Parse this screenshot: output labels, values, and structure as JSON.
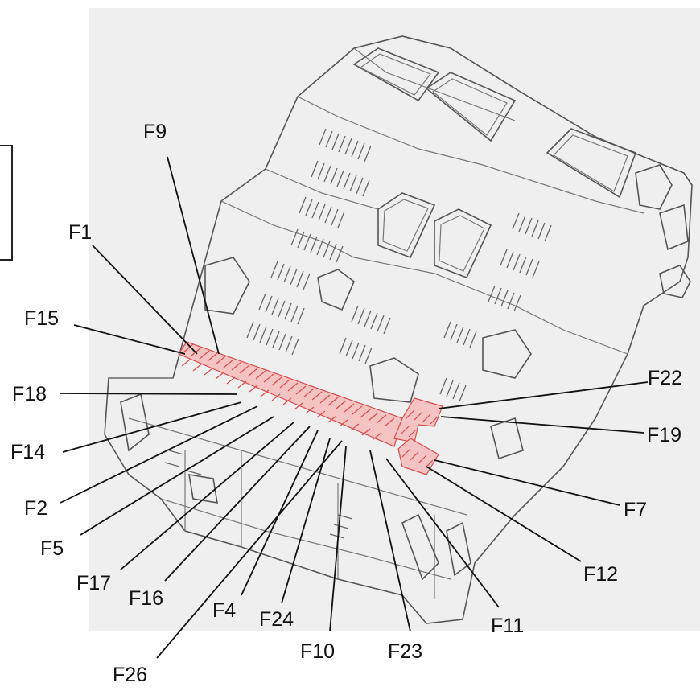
{
  "diagram": {
    "labels": [
      {
        "id": "F9",
        "text": "F9"
      },
      {
        "id": "F1",
        "text": "F1"
      },
      {
        "id": "F15",
        "text": "F15"
      },
      {
        "id": "F18",
        "text": "F18"
      },
      {
        "id": "F14",
        "text": "F14"
      },
      {
        "id": "F2",
        "text": "F2"
      },
      {
        "id": "F5",
        "text": "F5"
      },
      {
        "id": "F17",
        "text": "F17"
      },
      {
        "id": "F16",
        "text": "F16"
      },
      {
        "id": "F4",
        "text": "F4"
      },
      {
        "id": "F24",
        "text": "F24"
      },
      {
        "id": "F26",
        "text": "F26"
      },
      {
        "id": "F10",
        "text": "F10"
      },
      {
        "id": "F23",
        "text": "F23"
      },
      {
        "id": "F11",
        "text": "F11"
      },
      {
        "id": "F12",
        "text": "F12"
      },
      {
        "id": "F7",
        "text": "F7"
      },
      {
        "id": "F19",
        "text": "F19"
      },
      {
        "id": "F22",
        "text": "F22"
      }
    ],
    "highlight_color": "#d94c4c",
    "highlight_fill": "#f6c3c3"
  }
}
